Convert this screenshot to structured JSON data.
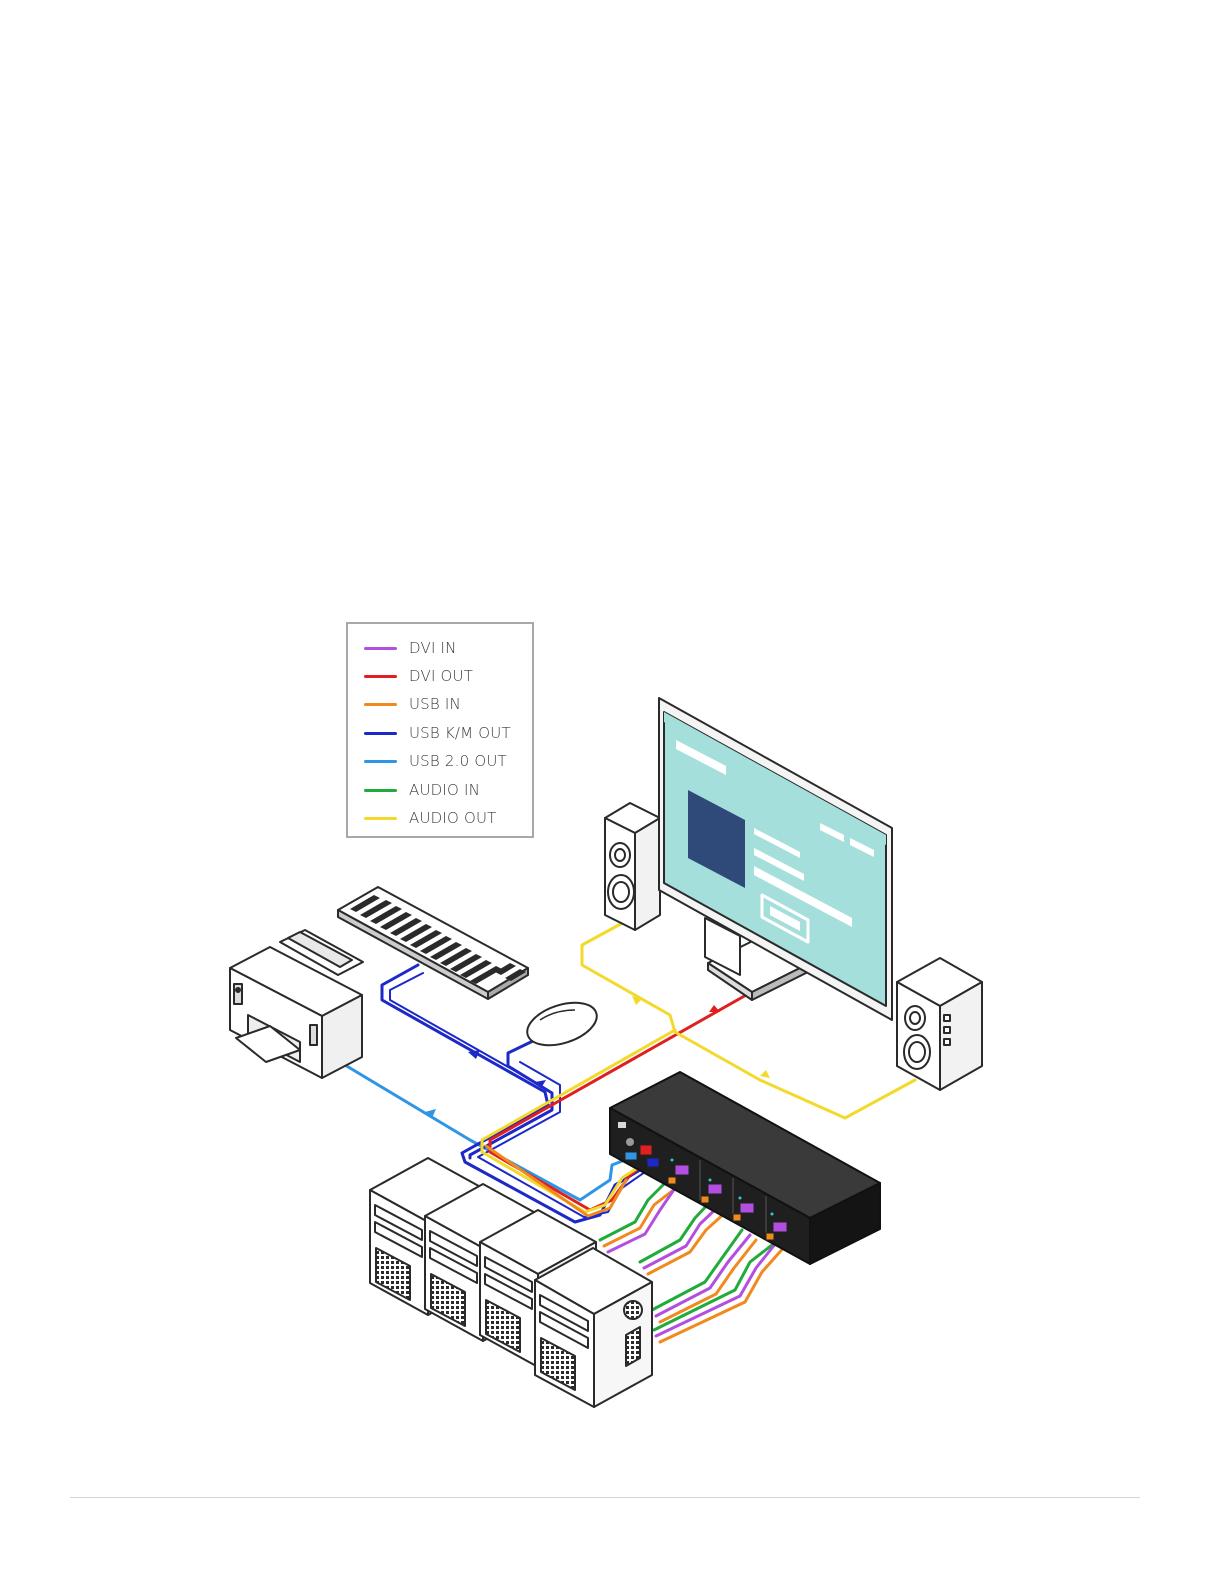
{
  "legend": {
    "items": [
      {
        "label": "DVI IN",
        "color": "#b34fe0"
      },
      {
        "label": "DVI OUT",
        "color": "#e02020"
      },
      {
        "label": "USB IN",
        "color": "#f08a1c"
      },
      {
        "label": "USB K/M OUT",
        "color": "#1c28c8"
      },
      {
        "label": "USB 2.0 OUT",
        "color": "#2f95e4"
      },
      {
        "label": "AUDIO IN",
        "color": "#22aa3a"
      },
      {
        "label": "AUDIO OUT",
        "color": "#f3d92a"
      }
    ]
  },
  "colors": {
    "screen": "#a5dfdc",
    "screen_panel": "#2f4a78",
    "kvm_body": "#1f1f1f",
    "outline": "#2a2a2a"
  },
  "icons": [
    "printer-icon",
    "keyboard-icon",
    "mouse-icon",
    "monitor-icon",
    "speaker-icon",
    "kvm-switch-icon",
    "computer-tower-icon"
  ]
}
